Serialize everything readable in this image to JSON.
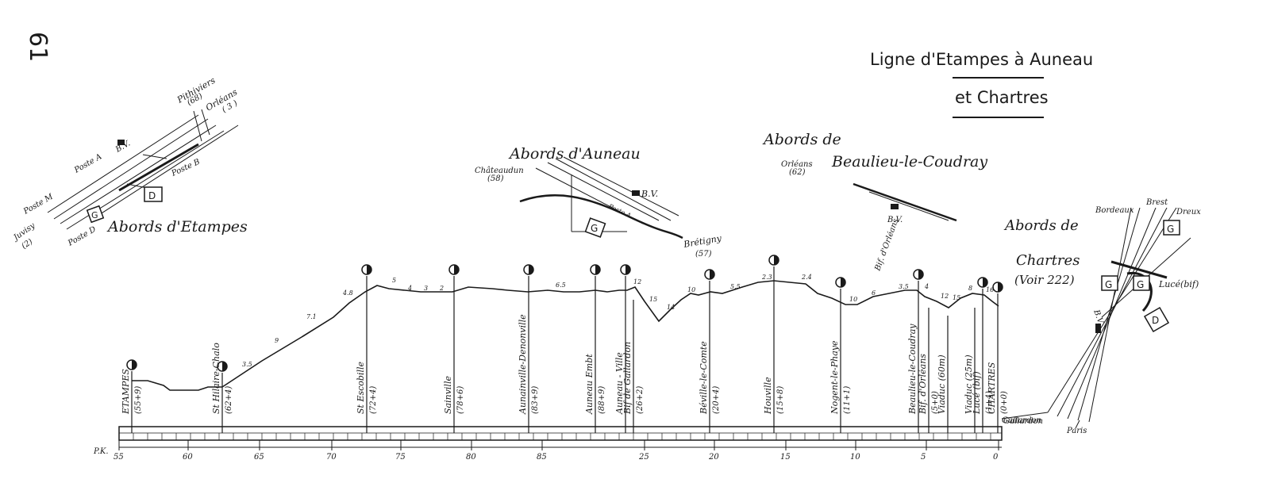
{
  "page_number": "61",
  "title": {
    "line1": "Ligne d'Etampes à Auneau",
    "line2": "et  Chartres"
  },
  "insets": {
    "etampes": {
      "title": "Abords  d'Etampes",
      "labels": {
        "pithiviers": "Pithiviers",
        "pithiviers_km": "(68)",
        "orleans": "Orléans",
        "orleans_km": "( 3 )",
        "poste_a": "Poste A",
        "poste_b": "Poste B",
        "poste_m": "Poste M",
        "poste_d": "Poste D",
        "juvisy": "Juvisy",
        "juvisy_km": "(2)",
        "bv": "B.V.",
        "g": "G",
        "d": "D"
      }
    },
    "auneau": {
      "title": "Abords  d'Auneau",
      "labels": {
        "chateaudun": "Châteaudun",
        "chateaudun_km": "(58)",
        "bretigny": "Brétigny",
        "bretigny_km": "(57)",
        "bv": "B.V.",
        "poste": "Poste A",
        "g": "G"
      }
    },
    "beaulieu": {
      "title1": "Abords de",
      "title2": "Beaulieu-le-Coudray",
      "labels": {
        "orleans": "Orléans",
        "orleans_km": "(62)",
        "bif": "Bif. d'Orléans",
        "bv": "B.V."
      }
    },
    "chartres": {
      "title1": "Abords de",
      "title2": "Chartres",
      "title3": "(Voir 222)",
      "labels": {
        "bordeaux": "Bordeaux",
        "brest": "Brest",
        "dreux": "Dreux",
        "luce": "Lucé(bif)",
        "paris": "Paris",
        "gallardon": "Gallardon",
        "bv": "B.V.",
        "g": "G",
        "d": "D"
      }
    }
  },
  "profile": {
    "stations": [
      {
        "name": "ETAMPES",
        "km": "(55+9)"
      },
      {
        "name": "St Hilaire-Chalo",
        "km": "(62+4)"
      },
      {
        "name": "St Escobille",
        "km": "(72+4)"
      },
      {
        "name": "Sainville",
        "km": "(78+6)"
      },
      {
        "name": "Aunainville-Denonville",
        "km": "(83+9)"
      },
      {
        "name": "Auneau Embt",
        "km": "(88+9)"
      },
      {
        "name": "Auneau - Ville",
        "km": ""
      },
      {
        "name": "Bif de Gallardon",
        "km": "(26+2)"
      },
      {
        "name": "Béville-le-Comte",
        "km": "(20+4)"
      },
      {
        "name": "Houville",
        "km": "(15+8)"
      },
      {
        "name": "Nogent-le-Phaye",
        "km": "(11+1)"
      },
      {
        "name": "Beaulieu-le-Coudray",
        "km": ""
      },
      {
        "name": "Bif. d'Orléans",
        "km": "(5+0)"
      },
      {
        "name": "Viaduc  (60m)",
        "km": ""
      },
      {
        "name": "Viaduc  (25m)",
        "km": ""
      },
      {
        "name": "Lucé (bif)",
        "km": "(1+4)"
      },
      {
        "name": "CHARTRES",
        "km": "(0+0)"
      }
    ],
    "gradients": [
      "3.5",
      "9",
      "7.1",
      "4.8",
      "5",
      "4",
      "3",
      "2",
      "6.5",
      "12",
      "15",
      "14",
      "10",
      "5.5",
      "2.3",
      "2.4",
      "10",
      "6",
      "3.5",
      "4",
      "12",
      "15",
      "8",
      "16"
    ],
    "gallardon_label": "Gallardon",
    "pk_label": "P.K.",
    "pk_ticks": [
      "55",
      "60",
      "65",
      "70",
      "75",
      "80",
      "85",
      "25",
      "20",
      "15",
      "10",
      "5",
      "0"
    ]
  }
}
